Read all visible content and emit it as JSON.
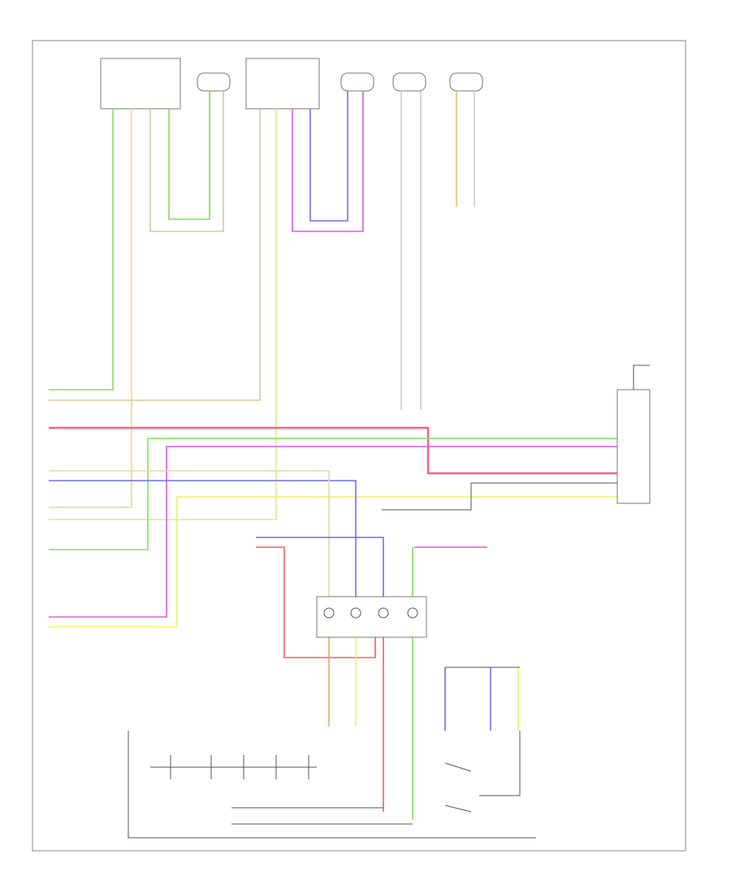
{
  "diagram": {
    "corner_label": "",
    "footer_label": "",
    "components": [
      {
        "id": "left-module",
        "label": ""
      },
      {
        "id": "left-speaker",
        "label": ""
      },
      {
        "id": "right-module",
        "label": ""
      },
      {
        "id": "right-front-speaker",
        "label": ""
      },
      {
        "id": "right-rear-speaker",
        "label": ""
      },
      {
        "id": "right-speaker",
        "label": ""
      },
      {
        "id": "audio-unit",
        "label": ""
      },
      {
        "id": "junction-block",
        "label": ""
      },
      {
        "id": "switch-assembly",
        "label": ""
      }
    ],
    "wire_colors": {
      "green": "#7ee05a",
      "yellow": "#f3d774",
      "tan": "#d8c89a",
      "pink": "#ff5a8a",
      "blue": "#6f6ff0",
      "violet": "#e05ae0",
      "red": "#f06060",
      "orange": "#e8a860",
      "lightyellow": "#f0f060",
      "gray": "#bbbbbb",
      "dark": "#555555"
    }
  }
}
